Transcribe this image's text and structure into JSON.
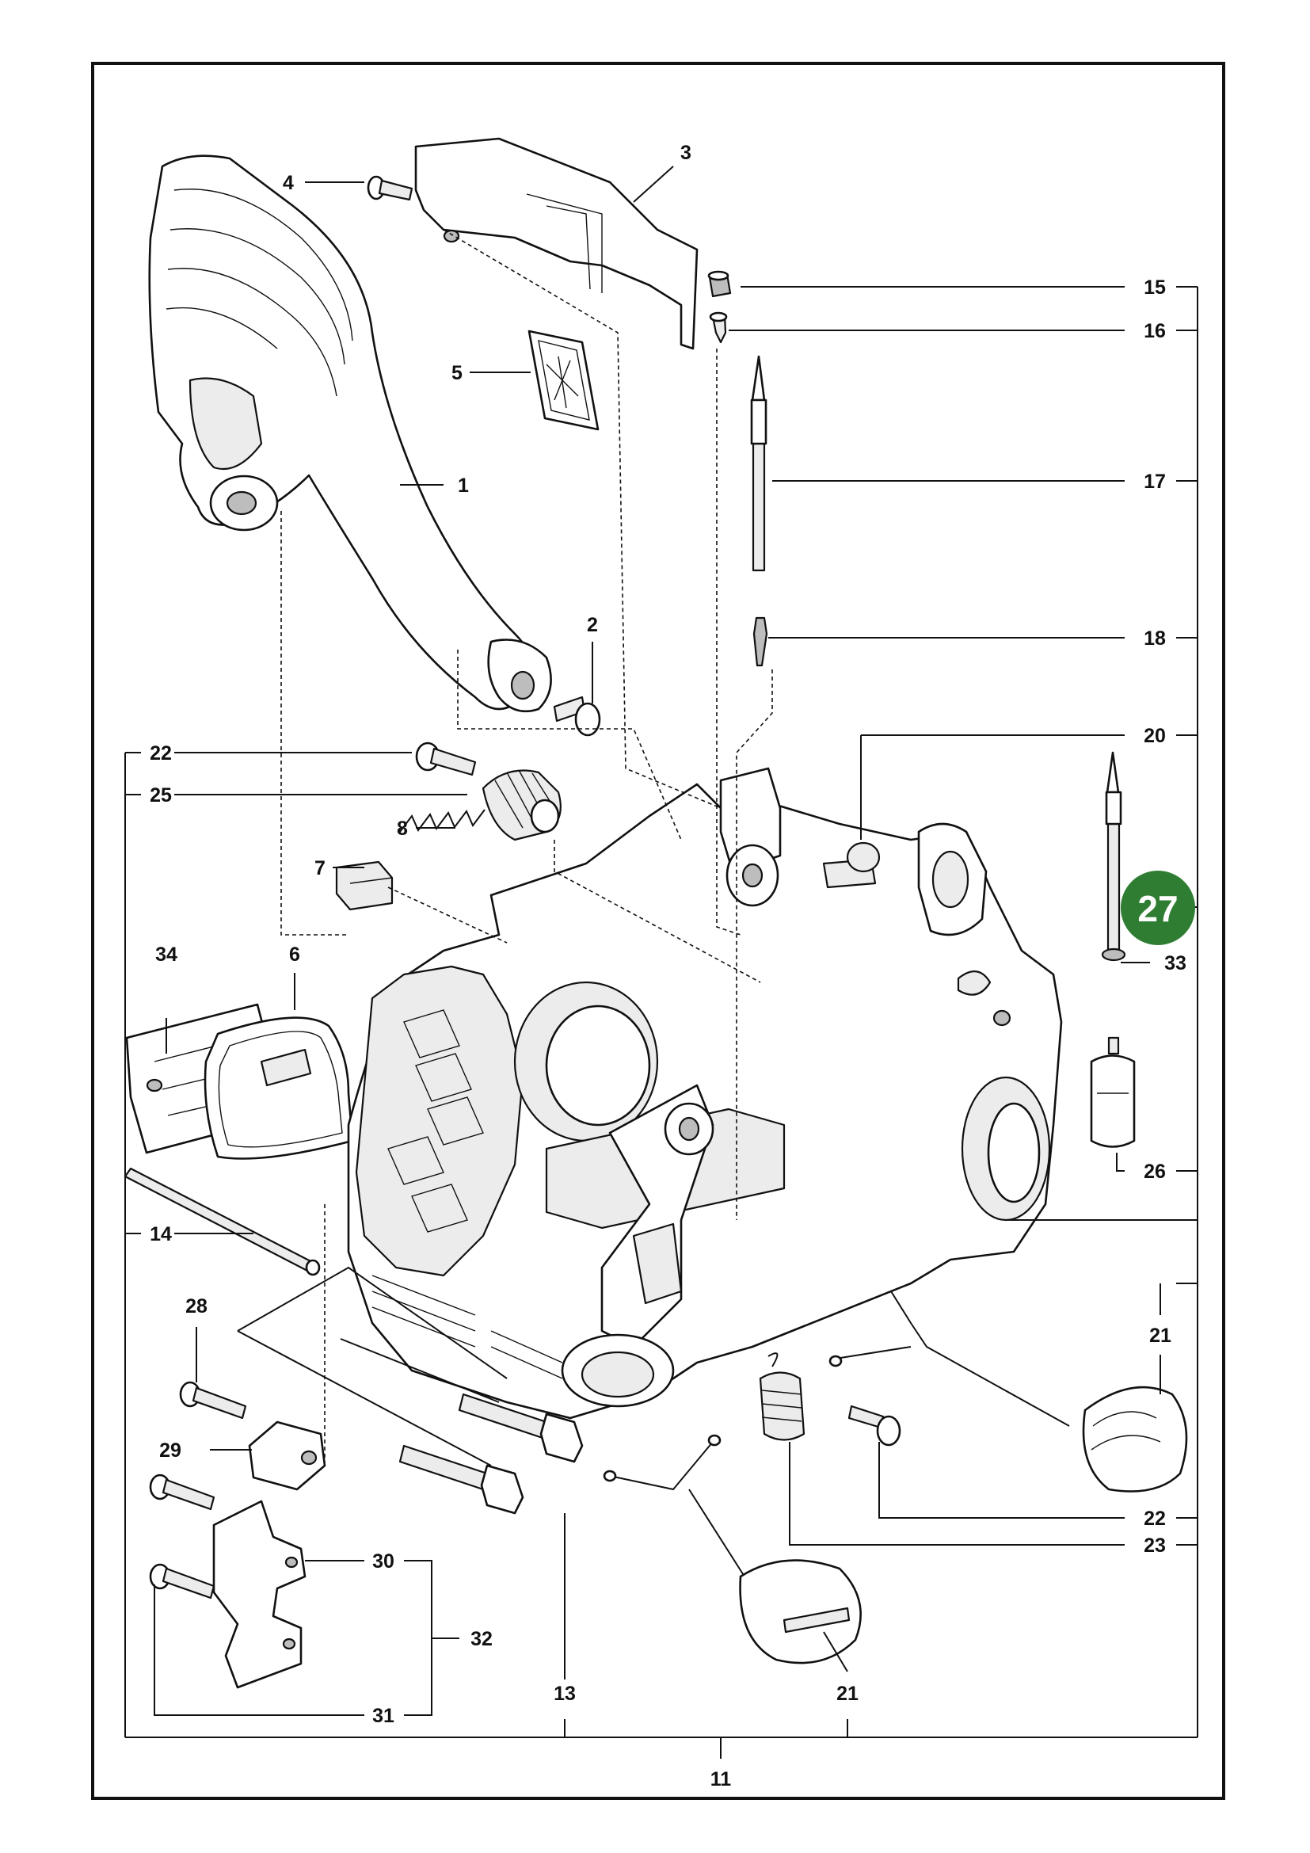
{
  "labels": {
    "p1": "1",
    "p2": "2",
    "p3": "3",
    "p4": "4",
    "p5": "5",
    "p6": "6",
    "p7": "7",
    "p8": "8",
    "p11": "11",
    "p13": "13",
    "p14": "14",
    "p15": "15",
    "p16": "16",
    "p17": "17",
    "p18": "18",
    "p20": "20",
    "p21a": "21",
    "p21b": "21",
    "p22a": "22",
    "p22b": "22",
    "p23": "23",
    "p25": "25",
    "p26": "26",
    "p28": "28",
    "p29": "29",
    "p30": "30",
    "p31": "31",
    "p32": "32",
    "p33": "33",
    "p34": "34"
  },
  "badge": {
    "text": "27",
    "color": "#2e7d32"
  },
  "colors": {
    "frame": "#111111",
    "line": "#111111"
  }
}
